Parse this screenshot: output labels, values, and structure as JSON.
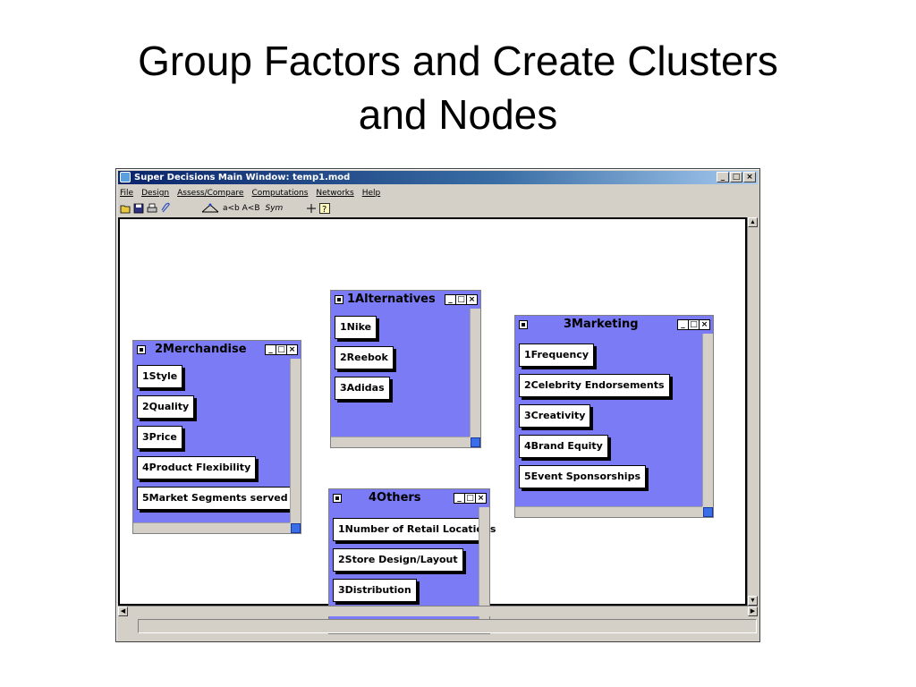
{
  "slide": {
    "title_line1": "Group Factors and Create Clusters",
    "title_line2": "and Nodes"
  },
  "window": {
    "title": "Super Decisions Main Window: temp1.mod",
    "buttons": [
      "_",
      "□",
      "×"
    ]
  },
  "menu": [
    "File",
    "Design",
    "Assess/Compare",
    "Computations",
    "Networks",
    "Help"
  ],
  "toolbar": {
    "compare_text": "a<b A<B",
    "sym_text": "Sym"
  },
  "clusters": {
    "merchandise": {
      "name": "2Merchandise",
      "nodes": [
        "1Style",
        "2Quality",
        "3Price",
        "4Product Flexibility",
        "5Market Segments served"
      ]
    },
    "alternatives": {
      "name": "1Alternatives",
      "nodes": [
        "1Nike",
        "2Reebok",
        "3Adidas"
      ]
    },
    "marketing": {
      "name": "3Marketing",
      "nodes": [
        "1Frequency",
        "2Celebrity Endorsements",
        "3Creativity",
        "4Brand Equity",
        "5Event Sponsorships"
      ]
    },
    "others": {
      "name": "4Others",
      "nodes": [
        "1Number of Retail Locations",
        "2Store Design/Layout",
        "3Distribution"
      ]
    }
  },
  "colors": {
    "cluster_bg": "#7b7bf5",
    "titlebar": "#0a246a",
    "chrome": "#d4d0c8"
  }
}
